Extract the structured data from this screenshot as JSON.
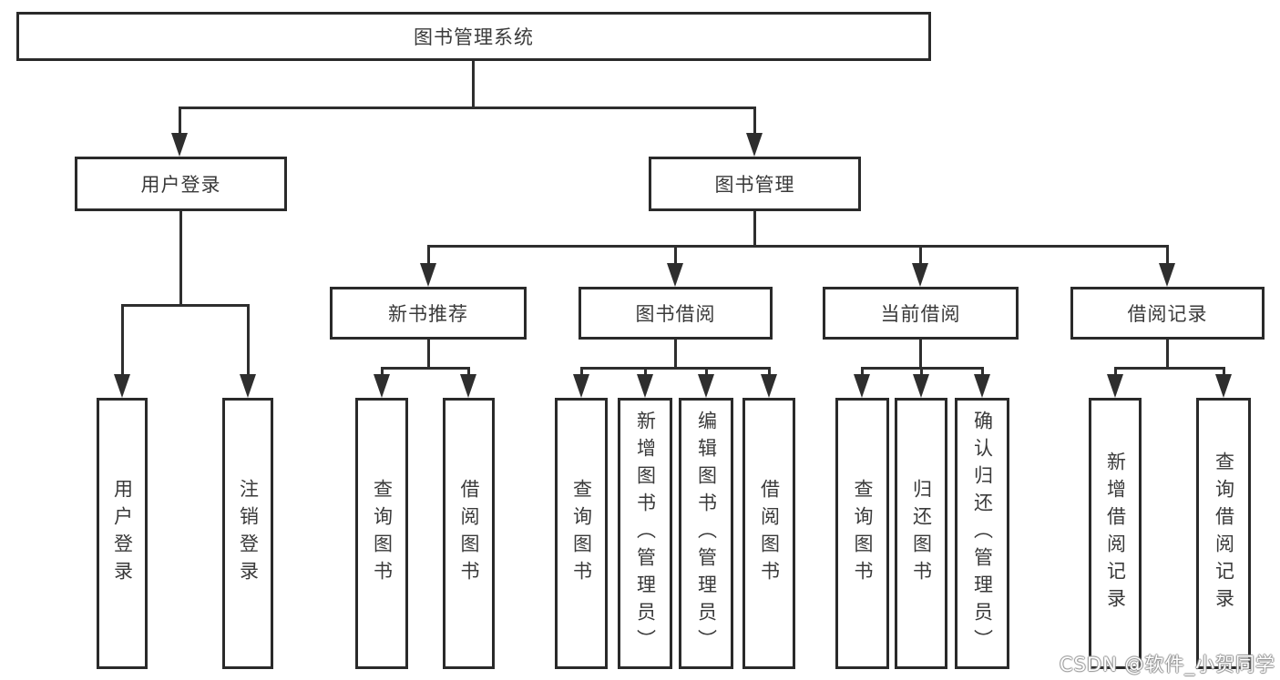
{
  "diagram": {
    "type": "hierarchy",
    "title": "图书管理系统",
    "colors": {
      "line": "#2e2e2e",
      "border": "#2a2a2a",
      "text": "#3a3a3a",
      "background": "#ffffff"
    },
    "nodes": {
      "root": "图书管理系统",
      "l2": [
        "用户登录",
        "图书管理"
      ],
      "l3": [
        "新书推荐",
        "图书借阅",
        "当前借阅",
        "借阅记录"
      ],
      "leaves": [
        "用户登录",
        "注销登录",
        "查询图书",
        "借阅图书",
        "查询图书",
        "新增图书（管理员）",
        "编辑图书（管理员）",
        "借阅图书",
        "查询图书",
        "归还图书",
        "确认归还（管理员）",
        "新增借阅记录",
        "查询借阅记录"
      ]
    },
    "tree": {
      "图书管理系统": {
        "用户登录": [
          "用户登录",
          "注销登录"
        ],
        "图书管理": {
          "新书推荐": [
            "查询图书",
            "借阅图书"
          ],
          "图书借阅": [
            "查询图书",
            "新增图书（管理员）",
            "编辑图书（管理员）",
            "借阅图书"
          ],
          "当前借阅": [
            "查询图书",
            "归还图书",
            "确认归还（管理员）"
          ],
          "借阅记录": [
            "新增借阅记录",
            "查询借阅记录"
          ]
        }
      }
    }
  },
  "watermark": {
    "text": "CSDN @软件_小贺同学"
  }
}
